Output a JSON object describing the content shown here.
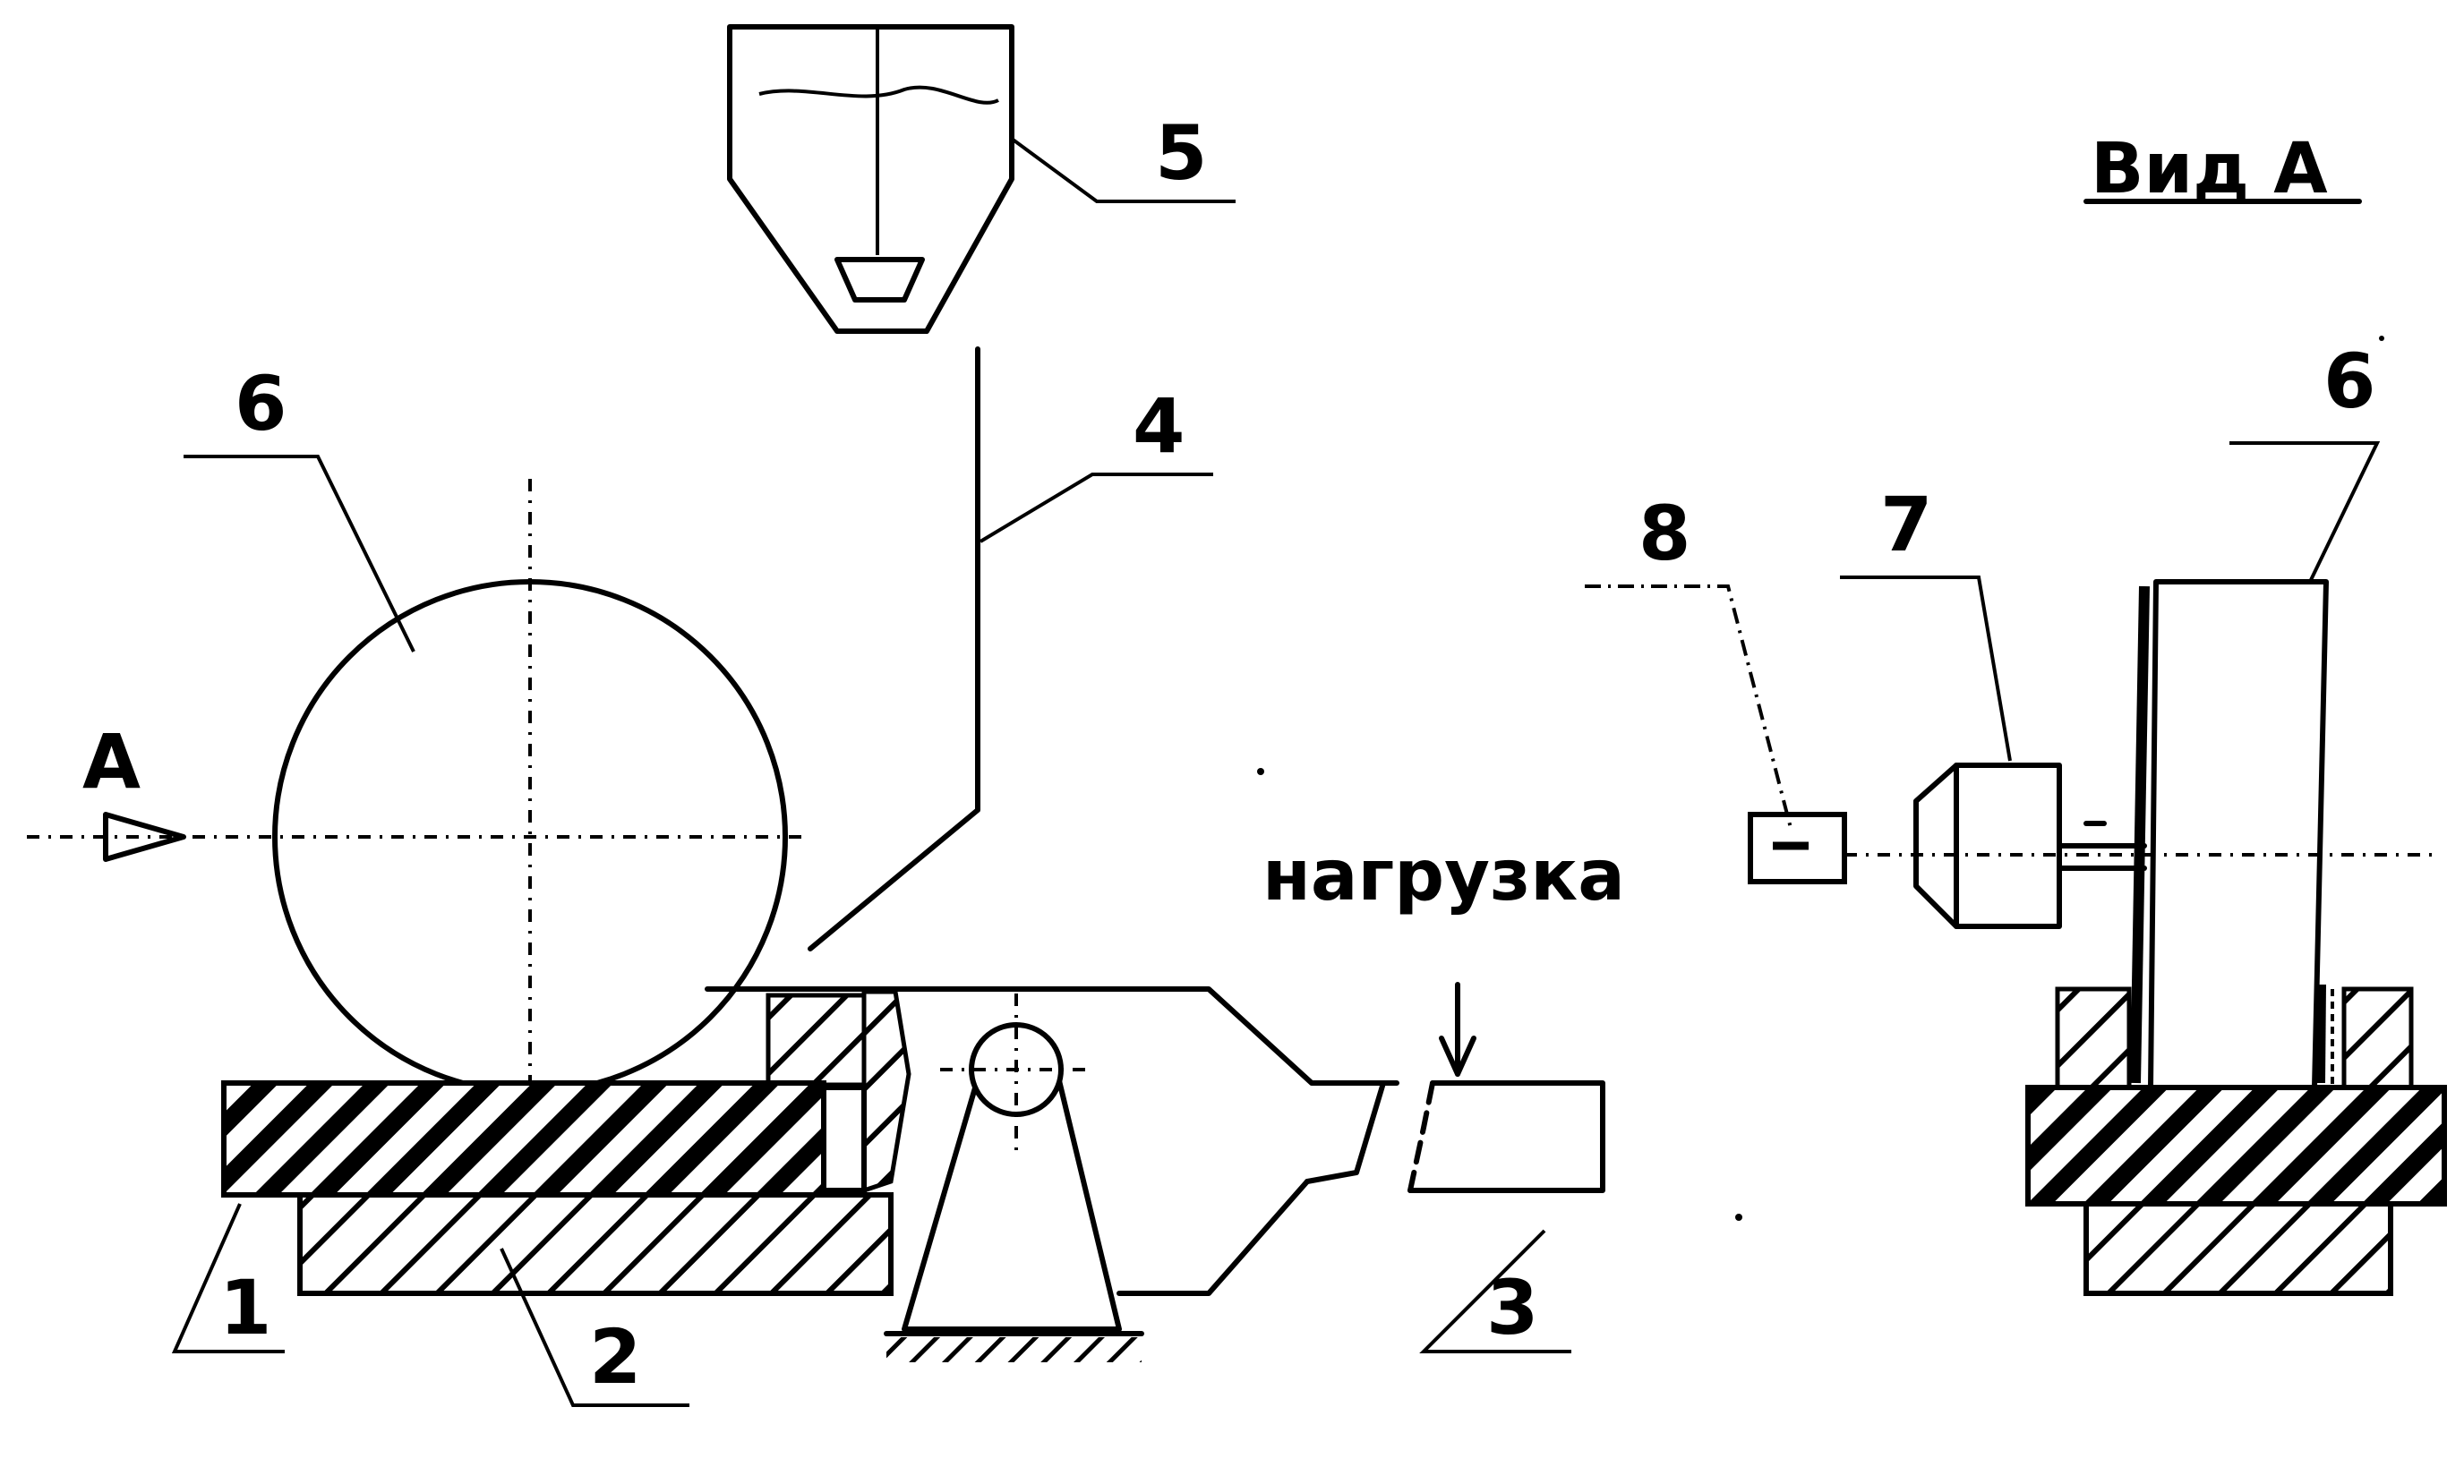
{
  "labels": {
    "part_1": "1",
    "part_2": "2",
    "part_3": "3",
    "part_4": "4",
    "part_5": "5",
    "part_6_main": "6",
    "part_6_view": "6",
    "part_7": "7",
    "part_8": "8",
    "view_arrow": "A",
    "load": "нагрузка",
    "view_title": "Вид А"
  },
  "colors": {
    "ink": "#000000",
    "paper": "#ffffff"
  }
}
